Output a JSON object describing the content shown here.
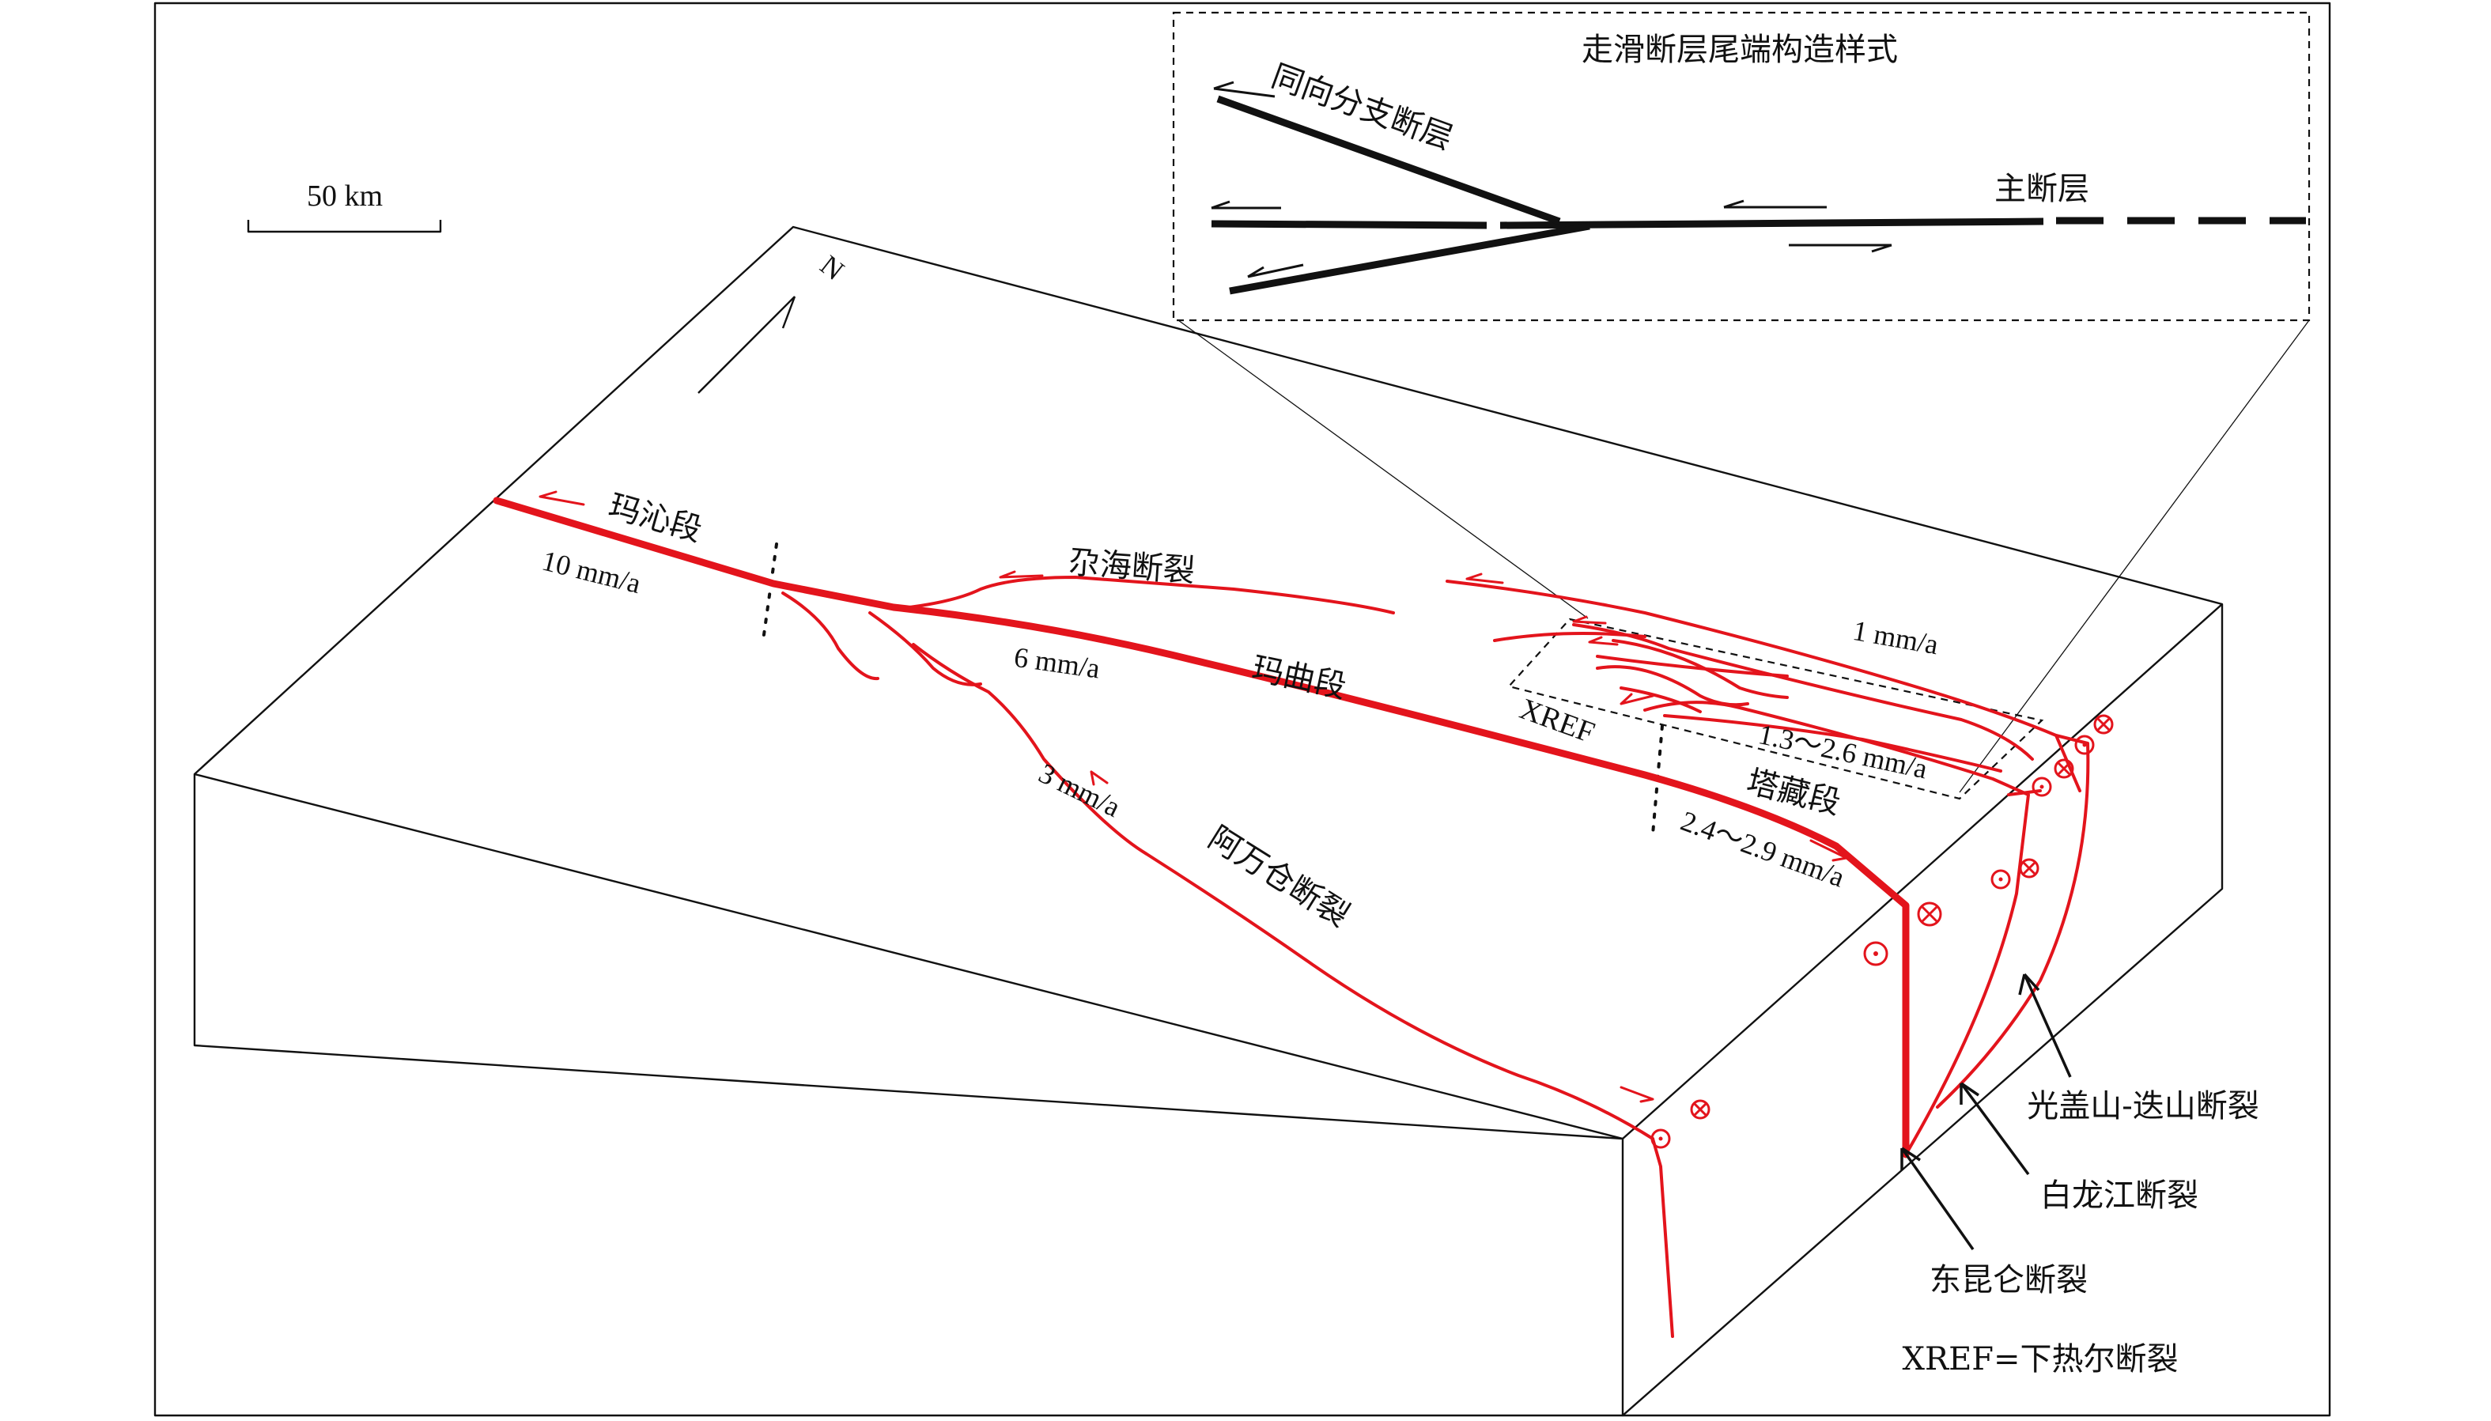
{
  "scale_bar": {
    "label": "50 km"
  },
  "north_arrow": {
    "label": "N"
  },
  "inset": {
    "title": "走滑断层尾端构造样式",
    "branch_label": "同向分支断层",
    "main_label": "主断层"
  },
  "segments": {
    "maqin": "玛沁段",
    "maqu": "玛曲段",
    "tazang": "塔藏段"
  },
  "faults": {
    "duohai": "尕海断裂",
    "awancang": "阿万仓断裂",
    "xref": "XREF",
    "guanggaishan": "光盖山-迭山断裂",
    "bailongjiang": "白龙江断裂",
    "east_kunlun": "东昆仑断裂"
  },
  "rates": {
    "maqin": "10 mm/a",
    "maqu": "6 mm/a",
    "awancang": "3 mm/a",
    "north": "1 mm/a",
    "xref": "1.3～2.6 mm/a",
    "tazang": "2.4～2.9 mm/a"
  },
  "legend": {
    "xref_note": "XREF=下热尔断裂"
  },
  "colors": {
    "fault_red": "#e3141c",
    "line_black": "#111111",
    "background": "#ffffff"
  },
  "symbols": {
    "out_of_page": "circle-dot",
    "into_page": "circle-cross"
  }
}
